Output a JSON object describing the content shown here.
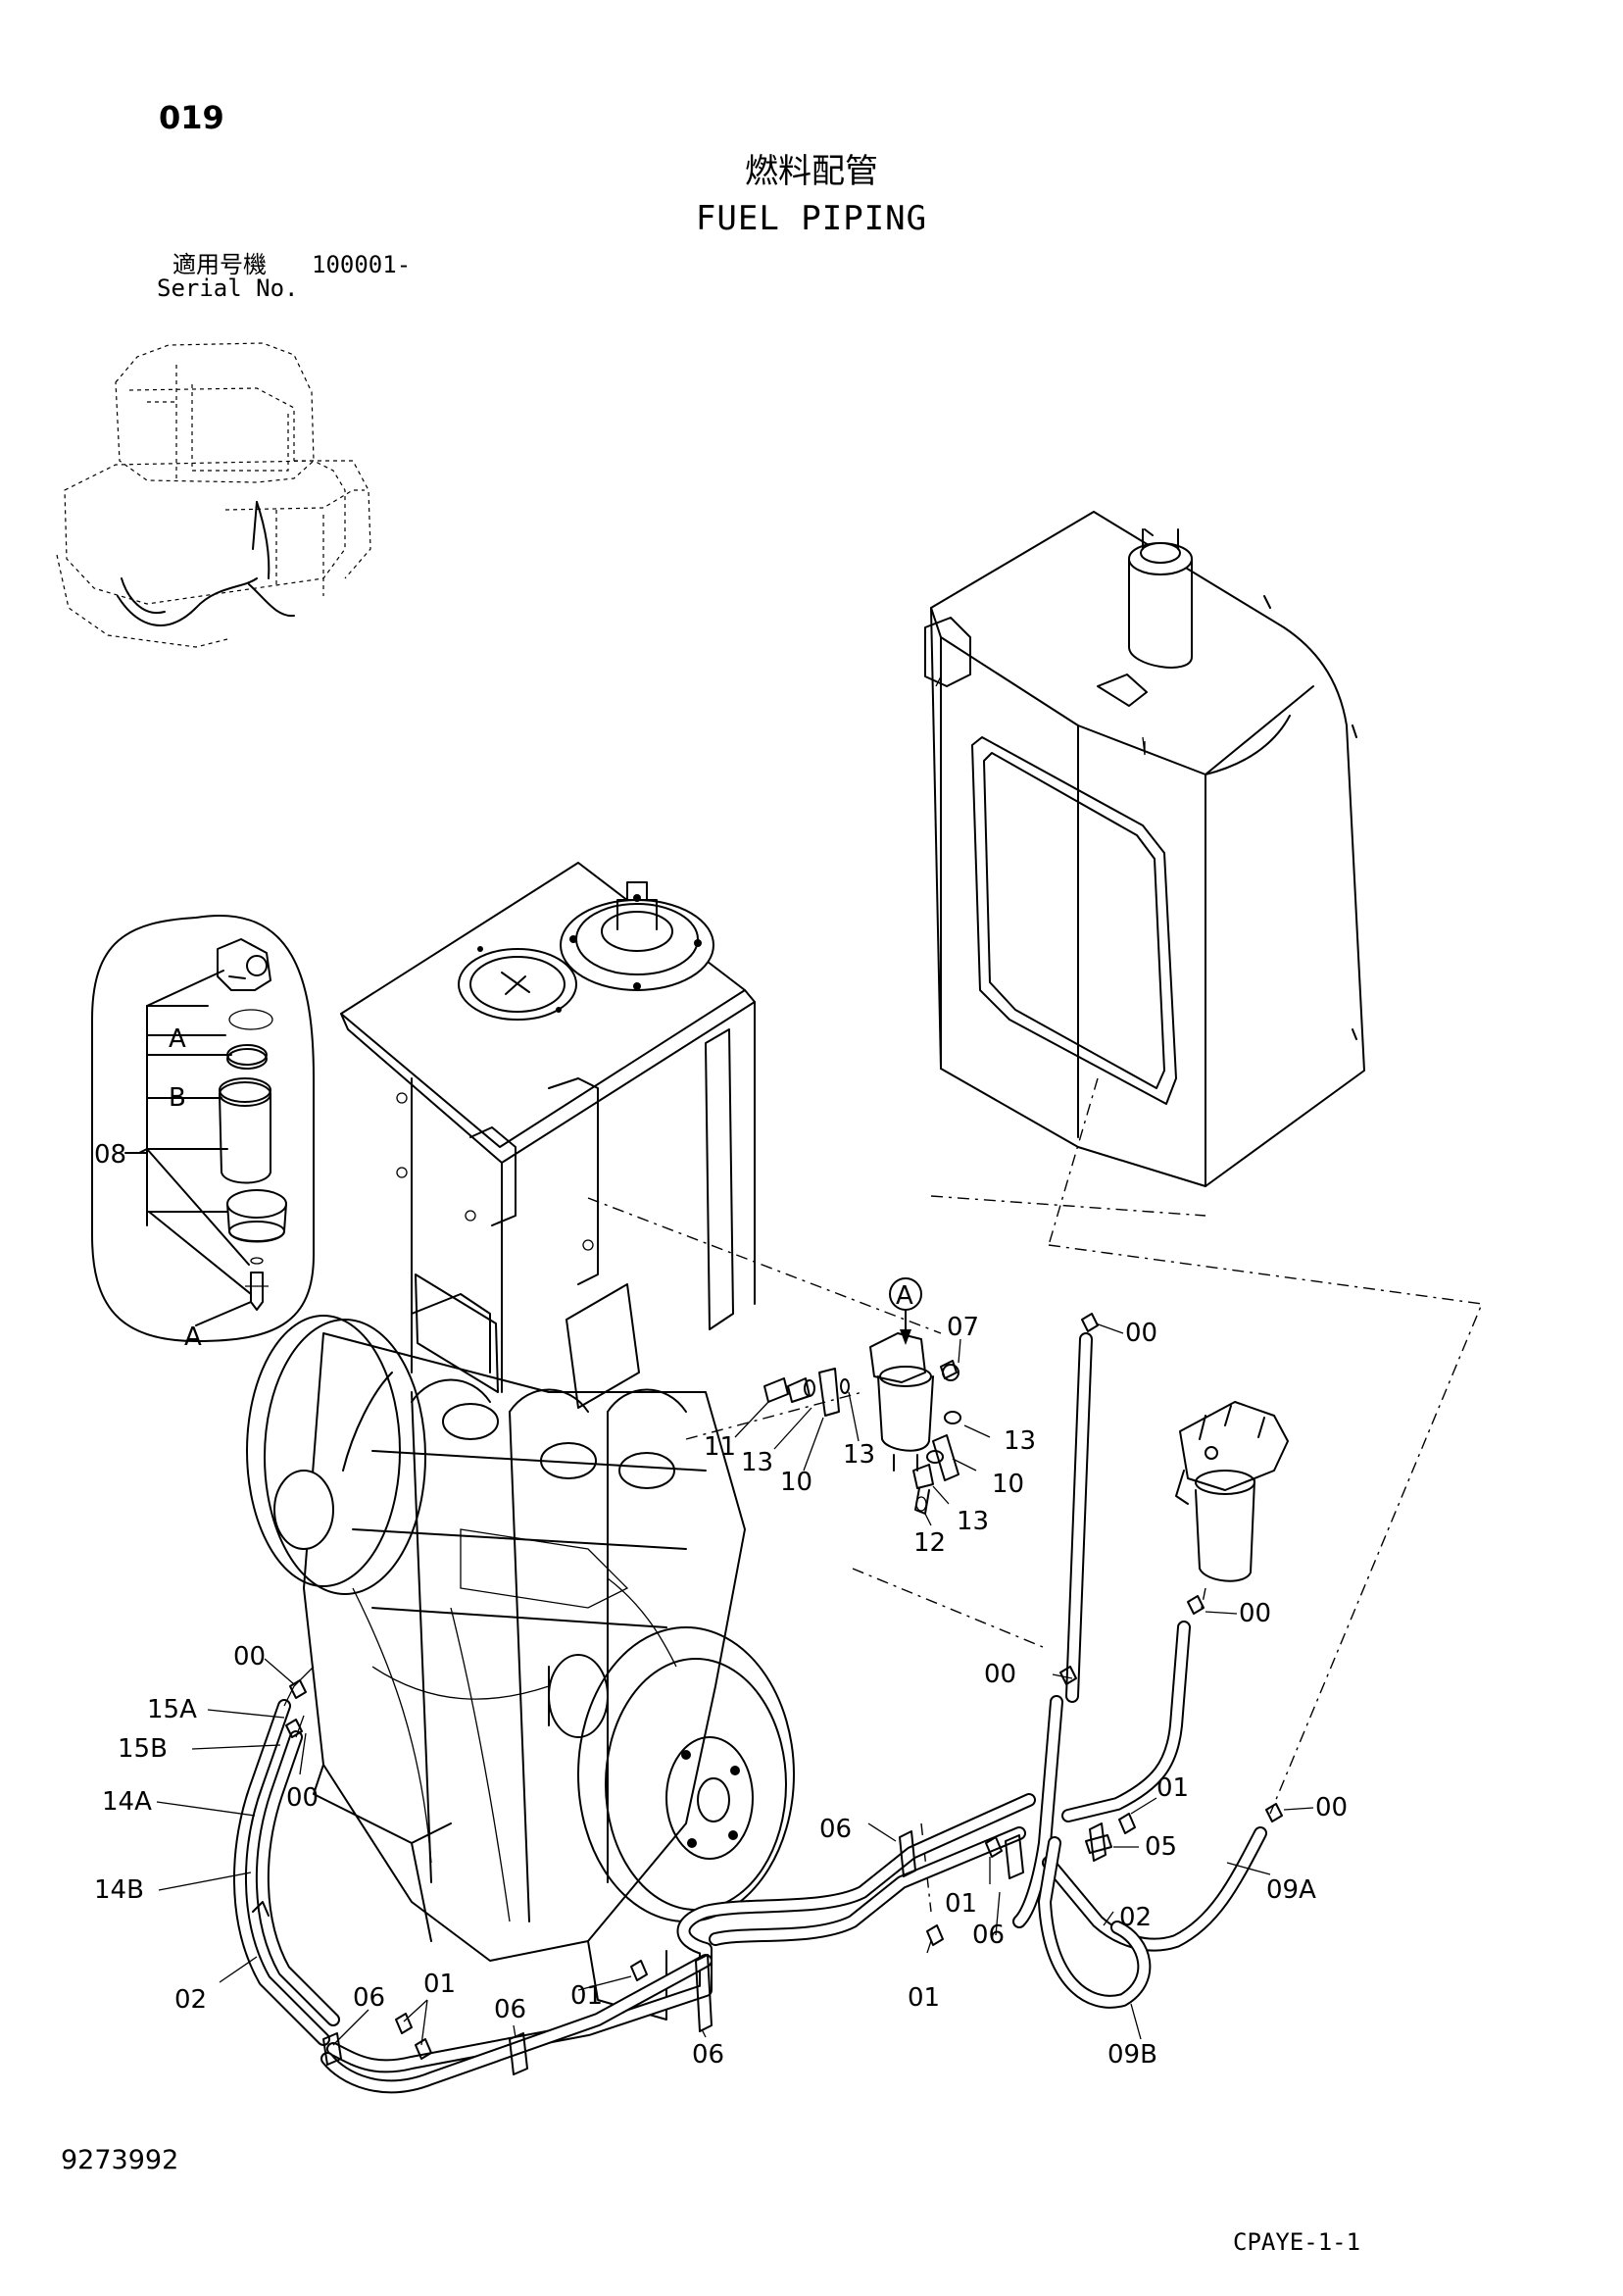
{
  "header": {
    "page_number": "019",
    "title_jp": "燃料配管",
    "title_en": "FUEL PIPING",
    "serial_label_jp": "適用号機",
    "serial_value": "100001-",
    "serial_label_en": "Serial No."
  },
  "callouts": [
    {
      "id": "c-00-a",
      "text": "00"
    },
    {
      "id": "c-07",
      "text": "07"
    },
    {
      "id": "c-A-marker",
      "text": "A"
    },
    {
      "id": "c-13-a",
      "text": "13"
    },
    {
      "id": "c-10-a",
      "text": "10"
    },
    {
      "id": "c-11",
      "text": "11"
    },
    {
      "id": "c-13-b",
      "text": "13"
    },
    {
      "id": "c-10-b",
      "text": "10"
    },
    {
      "id": "c-13-c",
      "text": "13"
    },
    {
      "id": "c-13-d",
      "text": "13"
    },
    {
      "id": "c-12",
      "text": "12"
    },
    {
      "id": "c-00-b",
      "text": "00"
    },
    {
      "id": "c-00-c",
      "text": "00"
    },
    {
      "id": "c-00-d",
      "text": "00"
    },
    {
      "id": "c-15A",
      "text": "15A"
    },
    {
      "id": "c-15B",
      "text": "15B"
    },
    {
      "id": "c-00-e",
      "text": "00"
    },
    {
      "id": "c-14A",
      "text": "14A"
    },
    {
      "id": "c-14B",
      "text": "14B"
    },
    {
      "id": "c-02-a",
      "text": "02"
    },
    {
      "id": "c-06-a",
      "text": "06"
    },
    {
      "id": "c-01-a",
      "text": "01"
    },
    {
      "id": "c-06-b",
      "text": "06"
    },
    {
      "id": "c-01-b",
      "text": "01"
    },
    {
      "id": "c-06-c",
      "text": "06"
    },
    {
      "id": "c-06-d",
      "text": "06"
    },
    {
      "id": "c-01-c",
      "text": "01"
    },
    {
      "id": "c-01-d",
      "text": "01"
    },
    {
      "id": "c-06-e",
      "text": "06"
    },
    {
      "id": "c-01-e",
      "text": "01"
    },
    {
      "id": "c-05",
      "text": "05"
    },
    {
      "id": "c-02-b",
      "text": "02"
    },
    {
      "id": "c-09A",
      "text": "09A"
    },
    {
      "id": "c-09B",
      "text": "09B"
    },
    {
      "id": "c-00-f",
      "text": "00"
    },
    {
      "id": "c-08",
      "text": "08"
    },
    {
      "id": "c-A-1",
      "text": "A"
    },
    {
      "id": "c-B",
      "text": "B"
    },
    {
      "id": "c-A-2",
      "text": "A"
    }
  ],
  "footer": {
    "doc_number": "9273992",
    "page_code": "CPAYE-1-1"
  }
}
